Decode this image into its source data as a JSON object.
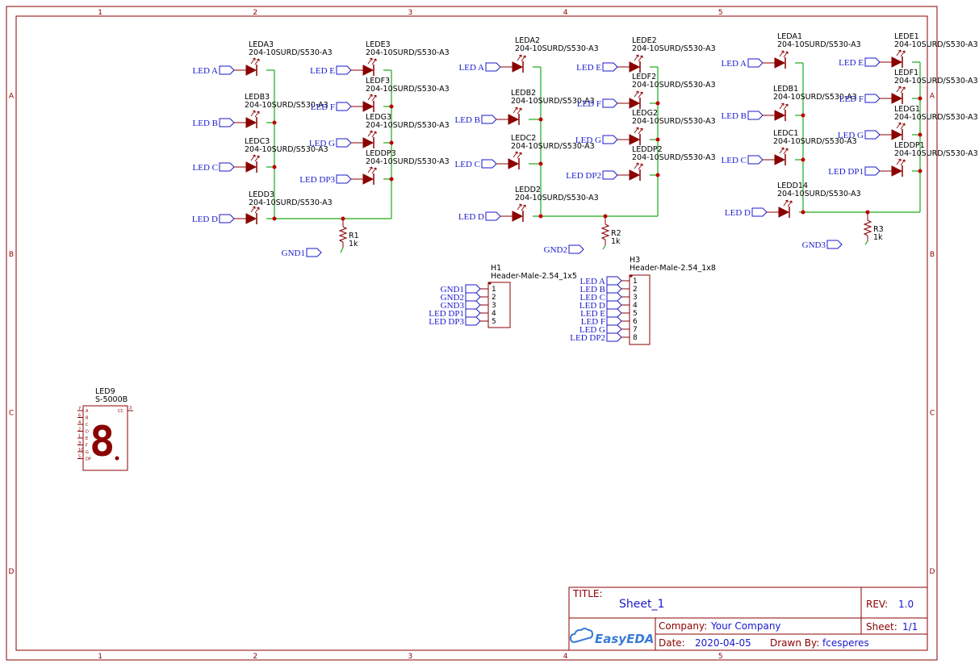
{
  "frame": {
    "cols": [
      "1",
      "2",
      "3",
      "4",
      "5"
    ],
    "rows": [
      "A",
      "B",
      "C",
      "D"
    ]
  },
  "title_block": {
    "title_label": "TITLE:",
    "title": "Sheet_1",
    "rev_label": "REV:",
    "rev": "1.0",
    "company_label": "Company:",
    "company": "Your Company",
    "sheet_label": "Sheet:",
    "sheet": "1/1",
    "date_label": "Date:",
    "date": "2020-04-05",
    "drawn_label": "Drawn By:",
    "drawn_by": "fcesperes",
    "logo": "EasyEDA"
  },
  "part_value": "204-10SURD/S530-A3",
  "leds": [
    {
      "ref": "LEDA3",
      "net": "LED A"
    },
    {
      "ref": "LEDB3",
      "net": "LED B"
    },
    {
      "ref": "LEDC3",
      "net": "LED C"
    },
    {
      "ref": "LEDD3",
      "net": "LED D"
    },
    {
      "ref": "LEDE3",
      "net": "LED E"
    },
    {
      "ref": "LEDF3",
      "net": "LED F"
    },
    {
      "ref": "LEDG3",
      "net": "LED G"
    },
    {
      "ref": "LEDDP3",
      "net": "LED DP3"
    },
    {
      "ref": "LEDA2",
      "net": "LED A"
    },
    {
      "ref": "LEDB2",
      "net": "LED B"
    },
    {
      "ref": "LEDC2",
      "net": "LED C"
    },
    {
      "ref": "LEDD2",
      "net": "LED D"
    },
    {
      "ref": "LEDE2",
      "net": "LED E"
    },
    {
      "ref": "LEDF2",
      "net": "LED F"
    },
    {
      "ref": "LEDG2",
      "net": "LED G"
    },
    {
      "ref": "LEDDP2",
      "net": "LED DP2"
    },
    {
      "ref": "LEDA1",
      "net": "LED A"
    },
    {
      "ref": "LEDB1",
      "net": "LED B"
    },
    {
      "ref": "LEDC1",
      "net": "LED C"
    },
    {
      "ref": "LEDD14",
      "net": "LED D"
    },
    {
      "ref": "LEDE1",
      "net": "LED E"
    },
    {
      "ref": "LEDF1",
      "net": "LED F"
    },
    {
      "ref": "LEDG1",
      "net": "LED G"
    },
    {
      "ref": "LEDDP1",
      "net": "LED DP1"
    }
  ],
  "resistors": [
    {
      "ref": "R1",
      "value": "1k",
      "gnd": "GND1"
    },
    {
      "ref": "R2",
      "value": "1k",
      "gnd": "GND2"
    },
    {
      "ref": "R3",
      "value": "1k",
      "gnd": "GND3"
    }
  ],
  "h1": {
    "ref": "H1",
    "part": "Header-Male-2.54_1x5",
    "nets": [
      "GND1",
      "GND2",
      "GND3",
      "LED DP1",
      "LED DP3"
    ],
    "pins": [
      "1",
      "2",
      "3",
      "4",
      "5"
    ]
  },
  "h3": {
    "ref": "H3",
    "part": "Header-Male-2.54_1x8",
    "nets": [
      "LED A",
      "LED B",
      "LED C",
      "LED D",
      "LED E",
      "LED F",
      "LED G",
      "LED DP2"
    ],
    "pins": [
      "1",
      "2",
      "3",
      "4",
      "5",
      "6",
      "7",
      "8"
    ]
  },
  "seven_seg": {
    "ref": "LED9",
    "part": "S-5000B",
    "digit": "8",
    "pin_names": [
      "A",
      "B",
      "C",
      "D",
      "E",
      "F",
      "G",
      "DP"
    ],
    "pin_nums": [
      "7",
      "6",
      "4",
      "2",
      "1",
      "9",
      "10",
      "5"
    ],
    "cc_label": "CC",
    "cc_num": "3"
  }
}
